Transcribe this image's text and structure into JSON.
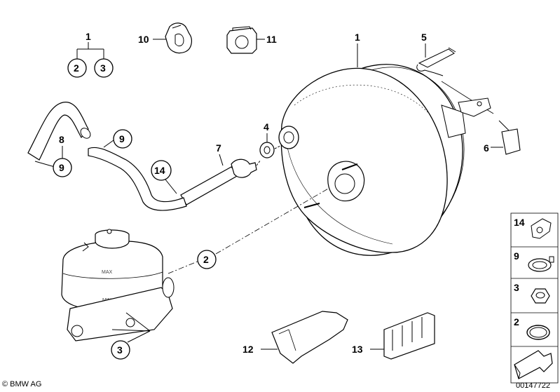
{
  "diagram": {
    "part_numbers": {
      "p1_group": "1",
      "p2_group": "2",
      "p3_group": "3",
      "p10": "10",
      "p11": "11",
      "p1_booster": "1",
      "p5": "5",
      "p6": "6",
      "p4": "4",
      "p7": "7",
      "p8": "8",
      "p9_hose": "9",
      "p9_label": "9",
      "p14_main": "14",
      "p2_line": "2",
      "p3_bottom": "3",
      "p12": "12",
      "p13": "13"
    },
    "reservoir_labels": {
      "max": "MAX",
      "min": "MIN"
    },
    "side_panel": [
      {
        "number": "14",
        "icon": "clip-icon"
      },
      {
        "number": "9",
        "icon": "hose-clamp-icon"
      },
      {
        "number": "3",
        "icon": "hex-nut-icon"
      },
      {
        "number": "2",
        "icon": "seal-ring-icon"
      },
      {
        "number": "",
        "icon": "arrow-icon"
      }
    ],
    "copyright": "© BMW AG",
    "diagram_id": "00147722"
  }
}
